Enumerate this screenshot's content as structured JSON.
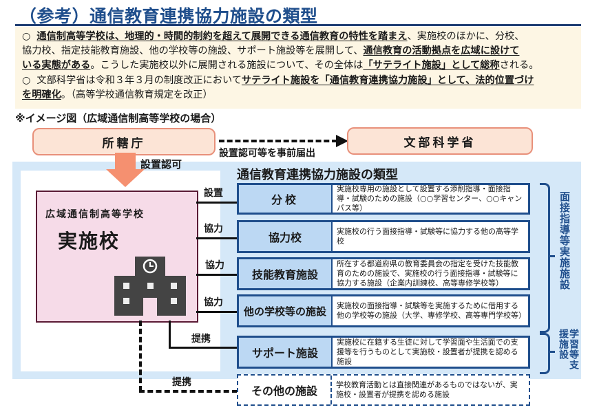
{
  "header": {
    "title": "（参考）通信教育連携協力施設の類型"
  },
  "notes": {
    "line1_bullet": "○",
    "line1_bold": "通信制高等学校は、地理的・時間的制約を超えて展開できる通信教育の特性を踏まえ",
    "line1_rest": "、実施校のほかに、分校、",
    "line2_normal": "協力校、指定技能教育施設、他の学校等の施設、サポート施設等を展開して、",
    "line2_bold": "通信教育の活動拠点を広域に設けて",
    "line3_bold": "いる実態がある",
    "line3_normal": "。こうした実施校以外に展開される施設について、その全体は",
    "line3_bold2": "「サテライト施設」として総称",
    "line3_end": "される。",
    "line4_bullet": "○",
    "line4_normal": "文部科学省は令和３年３月の制度改正において",
    "line4_bold": "サテライト施設を「通信教育連携協力施設」として、法的位置づけ",
    "line5_bold": "を明確化",
    "line5_normal": "。（高等学校通信教育規定を改正）"
  },
  "diagram": {
    "image_label": "※イメージ図（広域通信制高等学校の場合）",
    "authority": "所轄庁",
    "ministry": "文部科学省",
    "notify_label": "設置認可等を事前届出",
    "approval_label": "設置認可",
    "school_type": "広域通信制高等学校",
    "school_name": "実施校",
    "section_title": "通信教育連携協力施設の類型",
    "rows": [
      {
        "connector": "設置",
        "name": "分校",
        "desc": "実施校専用の施設として設置する添削指導・面接指導・試験のための施設（○○学習センター、○○キャンパス等）"
      },
      {
        "connector": "協力",
        "name": "協力校",
        "desc": "実施校の行う面接指導・試験等に協力する他の高等学校"
      },
      {
        "connector": "協力",
        "name": "技能教育施設",
        "desc": "所在する都道府県の教育委員会の指定を受けた技能教育のための施設で、実施校の行う面接指導・試験等に協力する施設（企業内訓練校、高等専修学校等）"
      },
      {
        "connector": "協力",
        "name": "他の学校等の施設",
        "desc": "実施校の面接指導・試験等を実施するために借用する他の学校等の施設（大学、専修学校、高等専門学校等）"
      },
      {
        "connector": "提携",
        "name": "サポート施設",
        "desc": "実施校に在籍する生徒に対して学習面や生活面での支援等を行うものとして実施校・設置者が提携を認める施設"
      },
      {
        "connector": "提携",
        "name": "その他の施設",
        "desc": "学校教育活動とは直接関連があるものではないが、実施校・設置者が提携を認める施設"
      }
    ],
    "bracket_top_label": "面接指導等実施施設",
    "bracket_bottom_label": "学習等支援施設"
  },
  "colors": {
    "title_blue": "#1f4e8c",
    "note_bg": "#fdf6e4",
    "panel_blue": "#d5e8f8",
    "pink": "#f6dbe8",
    "orange": "#f59070",
    "box_fill": "#bcd8f3"
  }
}
